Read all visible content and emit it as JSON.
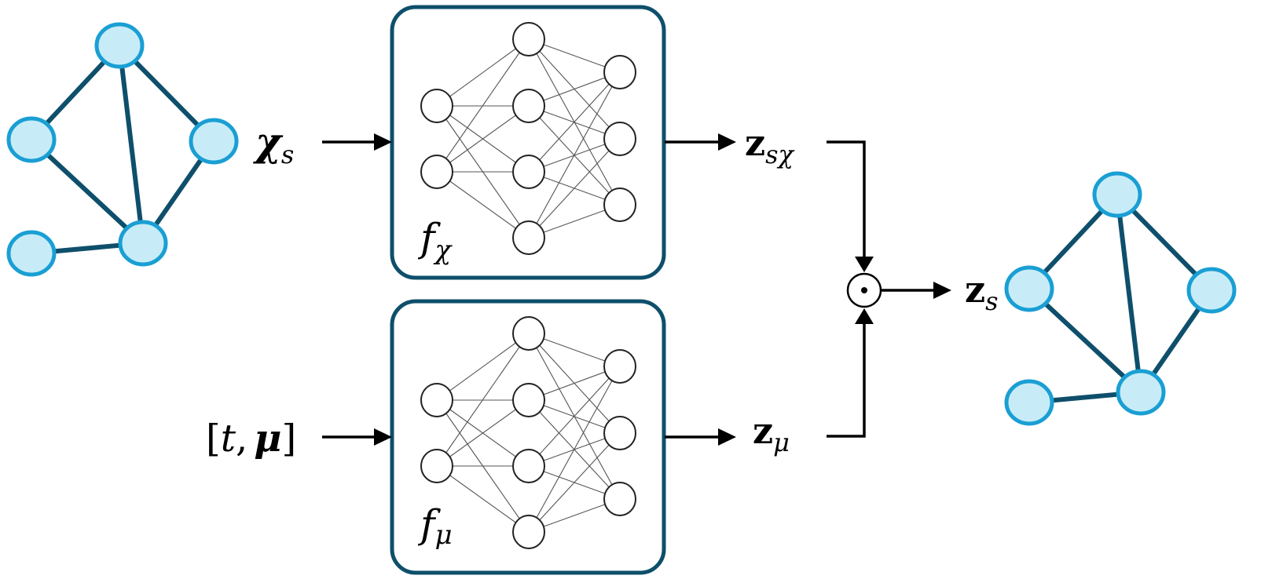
{
  "diagram": {
    "input_graph_label": "graph-input",
    "output_graph_label": "graph-output",
    "inputs": {
      "spatial": {
        "base": "χ",
        "sub": "s"
      },
      "params": {
        "text": "[t, μ]",
        "open": "[",
        "t": "t",
        "comma": ",",
        "mu": "μ",
        "close": "]"
      }
    },
    "networks": {
      "top": {
        "f": "f",
        "sub": "χ"
      },
      "bottom": {
        "f": "f",
        "sub": "μ"
      }
    },
    "latents": {
      "top": {
        "base": "z",
        "sub": "sχ"
      },
      "bottom": {
        "base": "z",
        "sub": "μ"
      },
      "output": {
        "base": "z",
        "sub": "s"
      }
    },
    "operator": {
      "symbol": "⊙",
      "name": "hadamard-product"
    },
    "colors": {
      "graph_edge": "#0e4f6b",
      "graph_node_fill": "#c8ecf7",
      "graph_node_stroke": "#1a9fd4",
      "box_stroke": "#0e4f6b"
    }
  }
}
